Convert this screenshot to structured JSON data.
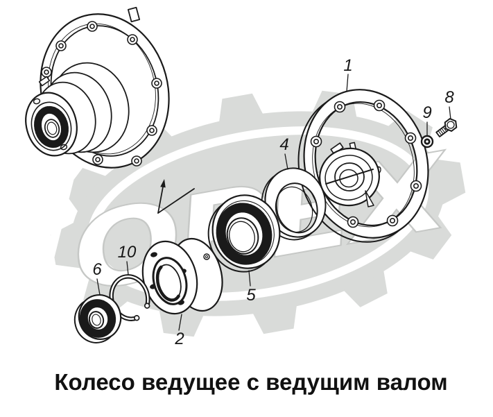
{
  "watermark": {
    "text": "ОРЕХ"
  },
  "title": {
    "text": "Колесо ведущее с ведущим валом"
  },
  "callouts": [
    {
      "label": "1"
    },
    {
      "label": "2"
    },
    {
      "label": "4"
    },
    {
      "label": "5"
    },
    {
      "label": "6"
    },
    {
      "label": "8"
    },
    {
      "label": "9"
    },
    {
      "label": "10"
    }
  ],
  "colors": {
    "line": "#1a1a1a",
    "background": "#ffffff",
    "watermark_fill": "#d9dbd9",
    "watermark_letter_fill": "#ffffff",
    "watermark_letter_outline": "#c6c8c6"
  }
}
